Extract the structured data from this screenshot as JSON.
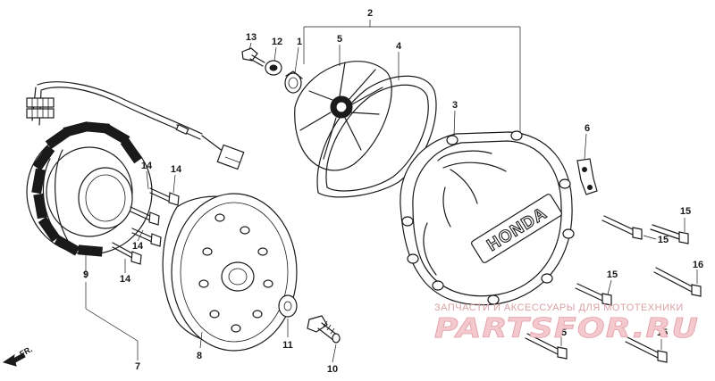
{
  "callouts": {
    "c1": "1",
    "c2": "2",
    "c3": "3",
    "c4": "4",
    "c5": "5",
    "c6": "6",
    "c7": "7",
    "c8": "8",
    "c9": "9",
    "c10": "10",
    "c11": "11",
    "c12": "12",
    "c13": "13",
    "c14a": "14",
    "c14b": "14",
    "c14c": "14",
    "c14d": "14",
    "c15a": "15",
    "c15b": "15",
    "c15c": "15",
    "c15d": "15",
    "c15e": "15",
    "c16": "16"
  },
  "cover_brand": "HONDA",
  "direction_label": "FR.",
  "watermark": {
    "tagline": "ЗАПЧАСТИ И АКСЕССУАРЫ ДЛЯ МОТОТЕХНИКИ",
    "site": "PARTSFOR.RU"
  },
  "colors": {
    "ink": "#1a1a1a",
    "watermark": "#e3a2ab"
  }
}
